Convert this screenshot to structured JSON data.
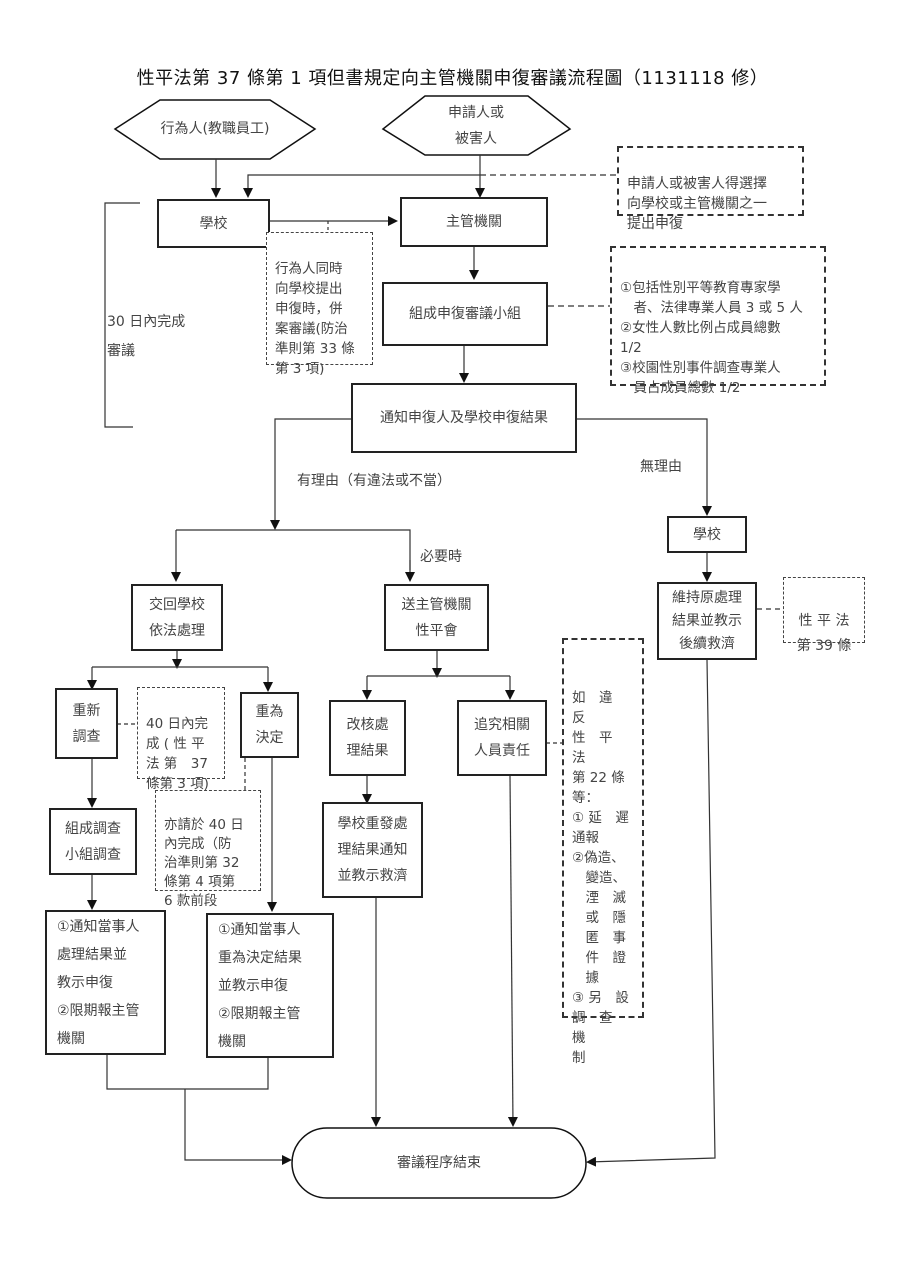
{
  "title": "性平法第 37 條第 1 項但書規定向主管機關申復審議流程圖（1131118 修）",
  "start_nodes": {
    "actor": "行為人(教職員工)",
    "applicant_line1": "申請人或",
    "applicant_line2": "被害人"
  },
  "boxes": {
    "school_top": "學校",
    "authority": "主管機關",
    "review_group": "組成申復審議小組",
    "notify_result": "通知申復人及學校申復結果",
    "school_right": "學校",
    "return_school_1": "交回學校",
    "return_school_2": "依法處理",
    "send_committee_1": "送主管機關",
    "send_committee_2": "性平會",
    "maintain_1": "維持原處理",
    "maintain_2": "結果並教示",
    "maintain_3": "後續救濟",
    "reinvestigate_1": "重新",
    "reinvestigate_2": "調查",
    "redecide_1": "重為",
    "redecide_2": "決定",
    "revise_1": "改核處",
    "revise_2": "理結果",
    "pursue_1": "追究相關",
    "pursue_2": "人員責任",
    "form_team_1": "組成調查",
    "form_team_2": "小組調查",
    "school_reissue_1": "學校重發處",
    "school_reissue_2": "理結果通知",
    "school_reissue_3": "並教示救濟",
    "notify_party_a": "①通知當事人\n處理結果並\n教示申復\n②限期報主管\n機關",
    "notify_party_b": "①通知當事人\n重為決定結果\n並教示申復\n②限期報主管\n機關",
    "end": "審議程序結束"
  },
  "notes": {
    "choose": "申請人或被害人得選擇\n向學校或主管機關之一\n提出申復",
    "merge": "行為人同時\n向學校提出\n申復時，併\n案審議(防治\n準則第 33 條\n第 3 項)",
    "composition": "①包括性別平等教育專家學\n　者、法律專業人員 3 或 5 人\n②女性人數比例占成員總數\n1/2\n③校園性別事件調查專業人\n　員占成員總數 1/2",
    "art39": "性 平 法\n第 39 條",
    "forty_days": "40 日內完\n成 ( 性 平\n法 第　37\n條第 3 項)",
    "forty_days_b": "亦請於 40 日\n內完成（防\n治準則第 32\n條第 4 項第\n6 款前段",
    "violation": "如　違　反\n性　平　法\n第 22 條\n等：\n① 延　遲\n通報\n②偽造、\n　變造、\n　湮　滅\n　或　隱\n　匿　事\n　件　證\n　據\n③ 另　設\n調　查　機\n制"
  },
  "labels": {
    "thirty_days_1": "30 日內完成",
    "thirty_days_2": "審議",
    "with_reason": "有理由（有違法或不當）",
    "no_reason": "無理由",
    "when_needed": "必要時"
  }
}
